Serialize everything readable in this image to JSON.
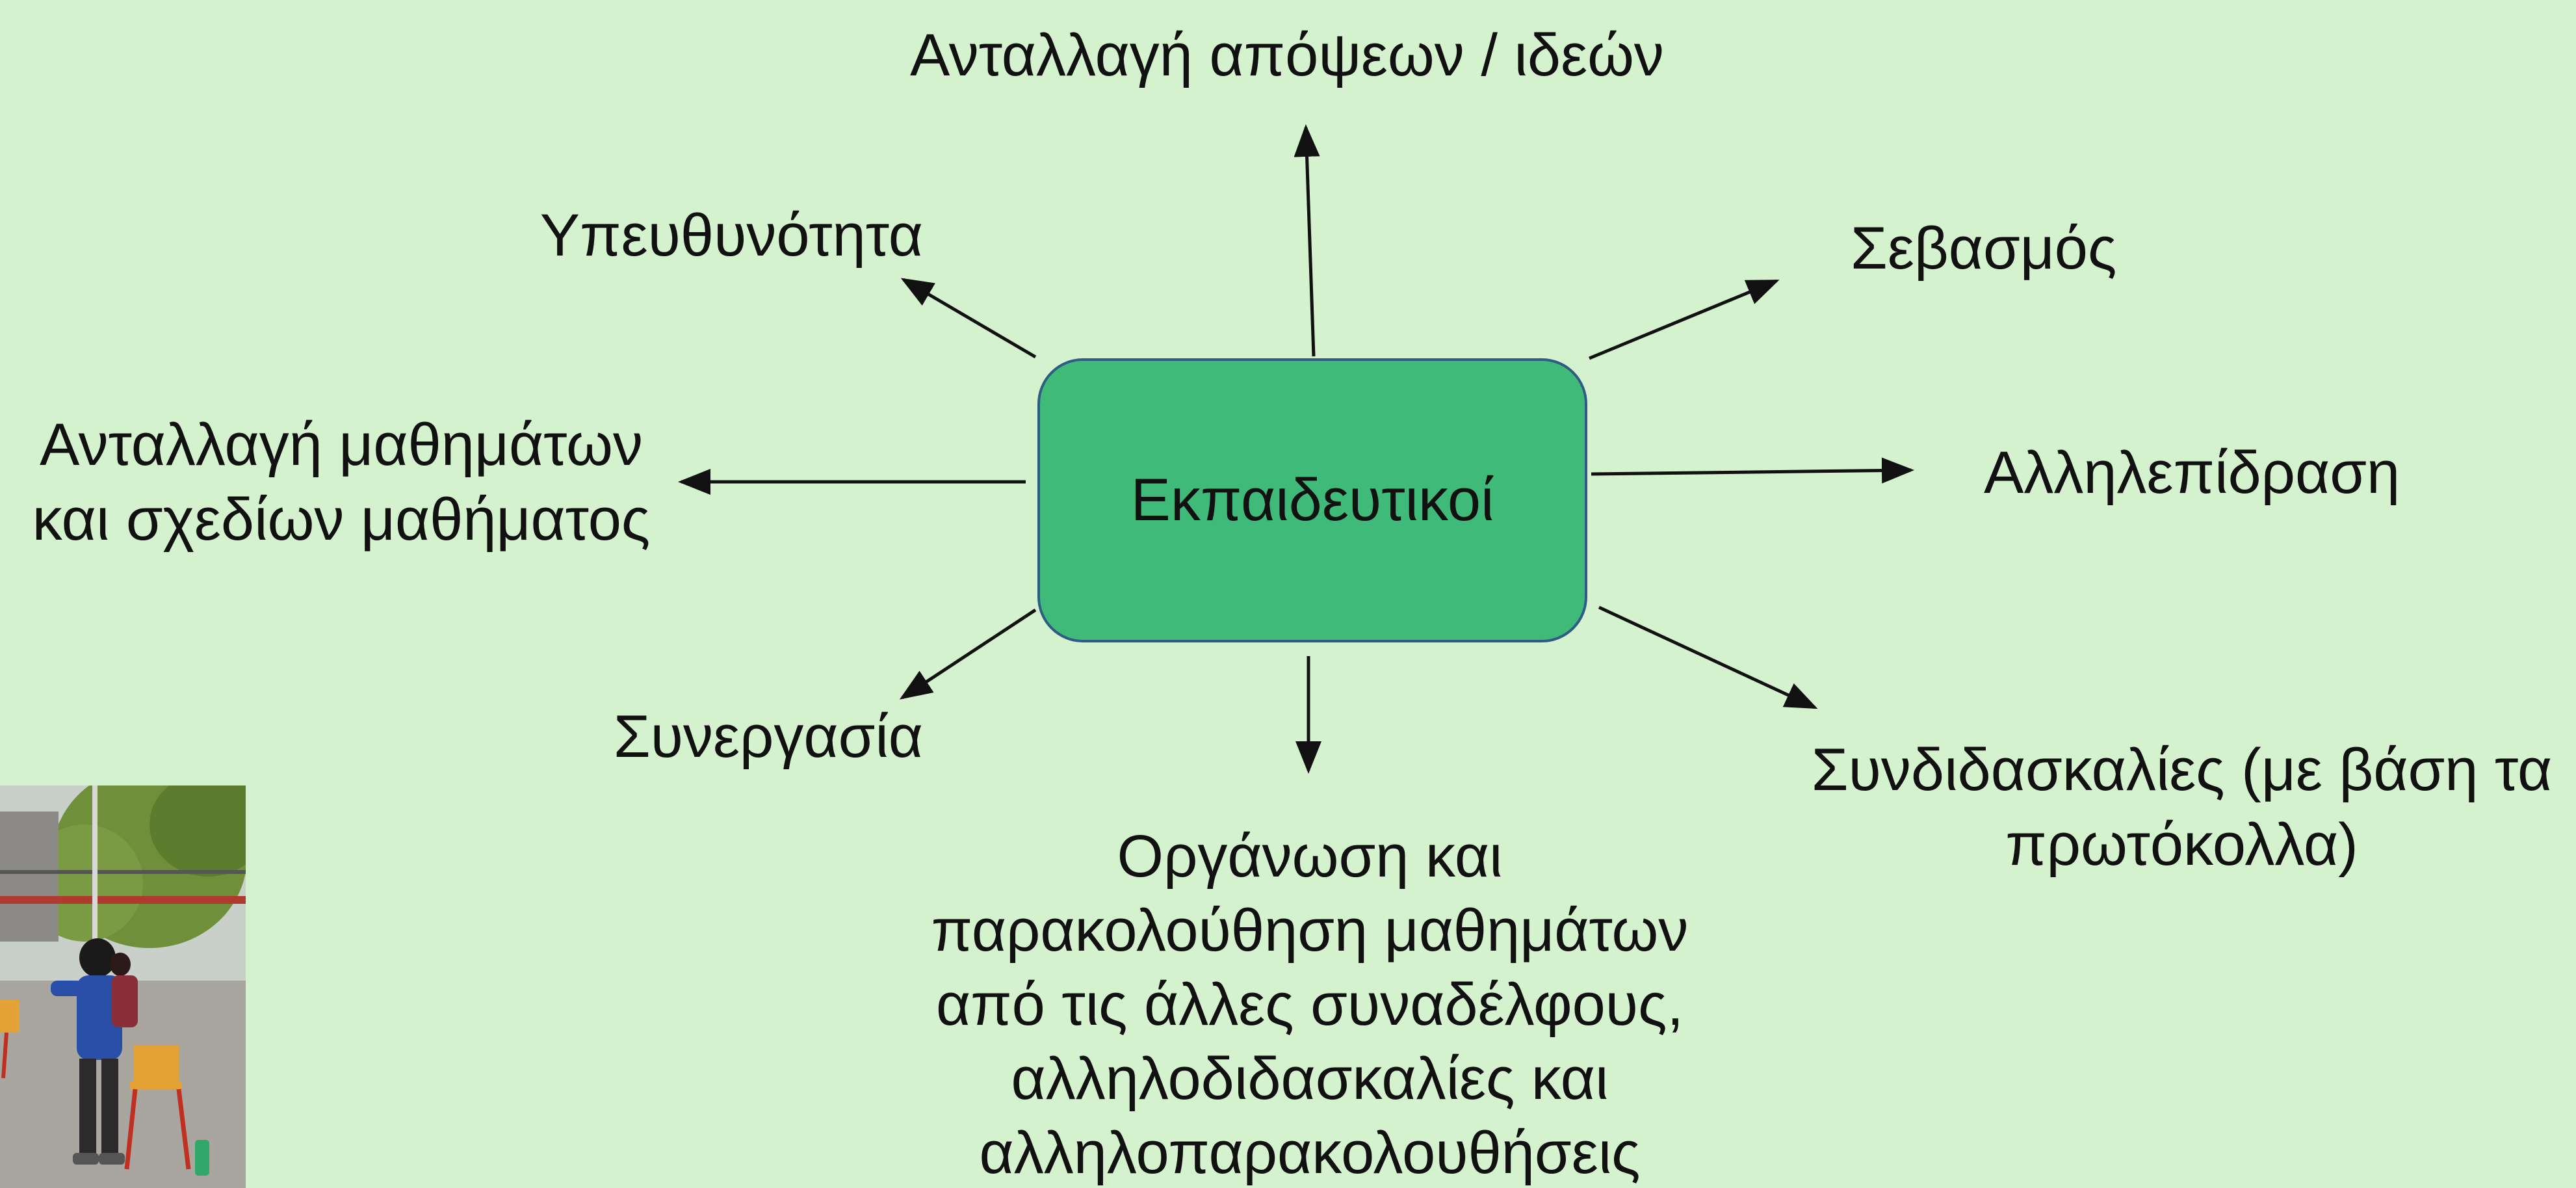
{
  "diagram": {
    "center": "Εκπαιδευτικοί",
    "nodes": {
      "top": "Ανταλλαγή απόψεων / ιδεών",
      "top_left": "Υπευθυνότητα",
      "top_right": "Σεβασμός",
      "left_line1": "Ανταλλαγή μαθημάτων",
      "left_line2": "και σχεδίων μαθήματος",
      "right": "Αλληλεπίδραση",
      "bottom_left": "Συνεργασία",
      "bottom_right_line1": "Συνδιδασκαλίες (με βάση τα",
      "bottom_right_line2": "πρωτόκολλα)",
      "bottom_line1": "Οργάνωση και",
      "bottom_line2": "παρακολούθηση μαθημάτων",
      "bottom_line3": "από τις άλλες συναδέλφους,",
      "bottom_line4": "αλληλοδιδασκαλίες και",
      "bottom_line5": "αλληλοπαρακολουθήσεις"
    }
  },
  "colors": {
    "background": "#d5f2cf",
    "center_fill": "#3fba79",
    "center_border": "#2f5b84",
    "arrow": "#111111"
  },
  "photo": {
    "icon": "photo-children-schoolyard"
  }
}
